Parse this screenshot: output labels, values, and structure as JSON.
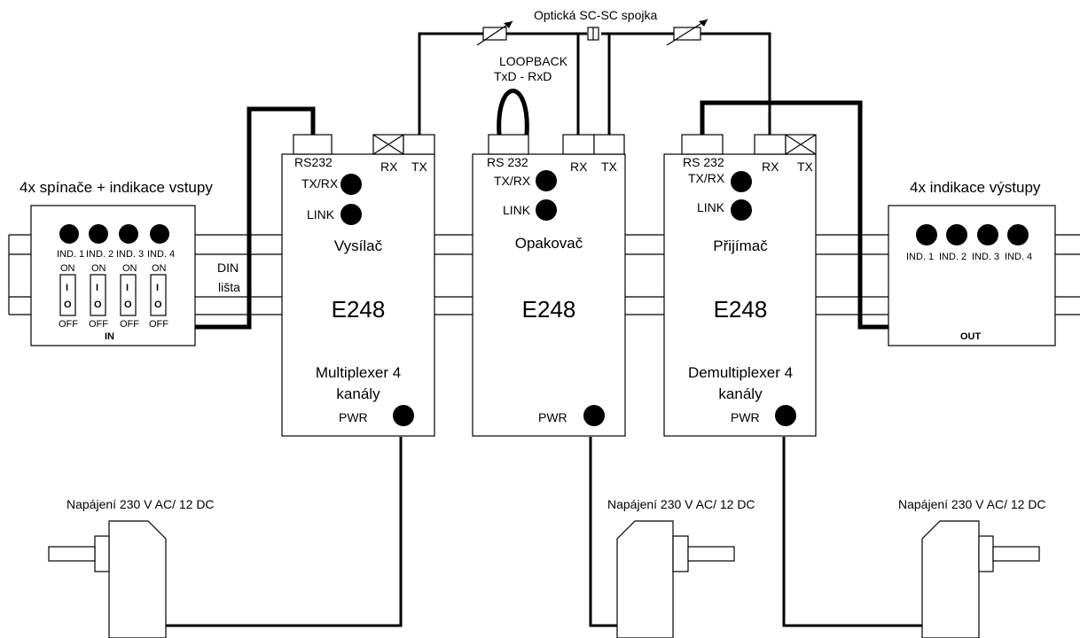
{
  "top": {
    "coupler_label": "Optická SC-SC spojka"
  },
  "loopback": {
    "line1": "LOOPBACK",
    "line2": "TxD - RxD"
  },
  "din_label": {
    "line1": "DIN",
    "line2": "lišta"
  },
  "input_module": {
    "caption": "4x spínače + indikace vstupy",
    "indicators": [
      "IND. 1",
      "IND. 2",
      "IND. 3",
      "IND. 4"
    ],
    "switch_on": "ON",
    "switch_glyph_top": "I",
    "switch_glyph_bottom": "O",
    "switch_off": "OFF",
    "footer": "IN"
  },
  "output_module": {
    "caption": "4x indikace výstupy",
    "indicators": [
      "IND. 1",
      "IND. 2",
      "IND. 3",
      "IND. 4"
    ],
    "footer": "OUT"
  },
  "devices": [
    {
      "serial_port": "RS232",
      "rx": "RX",
      "tx": "TX",
      "led1": "TX/RX",
      "led2": "LINK",
      "name": "Vysílač",
      "model": "E248",
      "function_line1": "Multiplexer 4",
      "function_line2": "kanály",
      "pwr": "PWR"
    },
    {
      "serial_port": "RS 232",
      "rx": "RX",
      "tx": "TX",
      "led1": "TX/RX",
      "led2": "LINK",
      "name": "Opakovač",
      "model": "E248",
      "function_line1": "",
      "function_line2": "",
      "pwr": "PWR"
    },
    {
      "serial_port": "RS 232",
      "rx": "RX",
      "tx": "TX",
      "led1": "TX/RX",
      "led2": "LINK",
      "name": "Přijímač",
      "model": "E248",
      "function_line1": "Demultiplexer 4",
      "function_line2": "kanály",
      "pwr": "PWR"
    }
  ],
  "power_supplies": [
    {
      "label": "Napájení 230 V AC/ 12 DC"
    },
    {
      "label": "Napájení 230 V AC/ 12 DC"
    },
    {
      "label": "Napájení 230 V AC/ 12 DC"
    }
  ]
}
